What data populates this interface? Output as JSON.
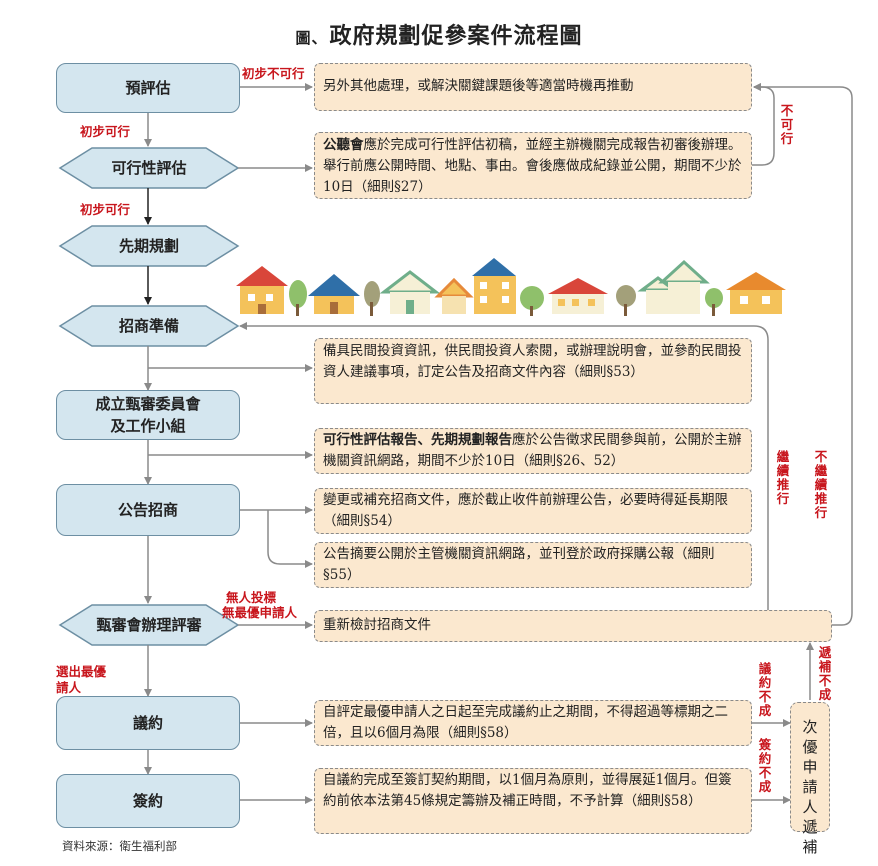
{
  "title": {
    "prefix": "圖、",
    "text": "政府規劃促參案件流程圖"
  },
  "steps": {
    "pre_eval": "預評估",
    "feasibility": "可行性評估",
    "planning": "先期規劃",
    "bidding_prep": "招商準備",
    "committee": "成立甄審委員會及工作小組",
    "announce": "公告招商",
    "review": "甄審會辦理評審",
    "negotiate": "議約",
    "sign": "簽約"
  },
  "notes": {
    "n1": "另外其他處理，或解決關鍵課題後等適當時機再推動",
    "n2_bold": "公聽會",
    "n2_text": "應於完成可行性評估初稿，並經主辦機關完成報告初審後辦理。舉行前應公開時間、地點、事由。會後應做成紀錄並公開，期間不少於10日（細則§27）",
    "n3": "備具民間投資資訊，供民間投資人索閱，或辦理說明會，並參酌民間投資人建議事項，訂定公告及招商文件內容（細則§53）",
    "n4_bold": "可行性評估報告、先期規劃報告",
    "n4_text": "應於公告徵求民間參與前，公開於主辦機關資訊網路，期間不少於10日（細則§26、52）",
    "n5": "變更或補充招商文件，應於截止收件前辦理公告，必要時得延長期限（細則§54）",
    "n6": "公告摘要公開於主管機關資訊網路，並刊登於政府採購公報（細則§55）",
    "n7": "重新檢討招商文件",
    "n8": "自評定最優申請人之日起至完成議約止之期間，不得超過等標期之二倍，且以6個月為限（細則§58）",
    "n9": "自議約完成至簽訂契約期間，以1個月為原則，並得展延1個月。但簽約前依本法第45條規定籌辦及補正時間，不予計算（細則§58）",
    "side": "次優申請人遞補"
  },
  "labels": {
    "not_feasible_initial": "初步不可行",
    "feasible_1": "初步可行",
    "feasible_2": "初步可行",
    "no_bid_1": "無人投標",
    "no_bid_2": "無最優申請人",
    "best_1": "選出最優",
    "best_2": "請人",
    "not_feasible": "不可行",
    "continue": "繼續推行",
    "not_continue": "不繼續推行",
    "fill_fail": "遞補不成",
    "neg_fail": "議約不成",
    "sign_fail": "簽約不成"
  },
  "source": "資料來源：衛生福利部",
  "colors": {
    "step_fill": "#d4e6ef",
    "note_fill": "#fbe8cf",
    "label_red": "#c8161d"
  }
}
